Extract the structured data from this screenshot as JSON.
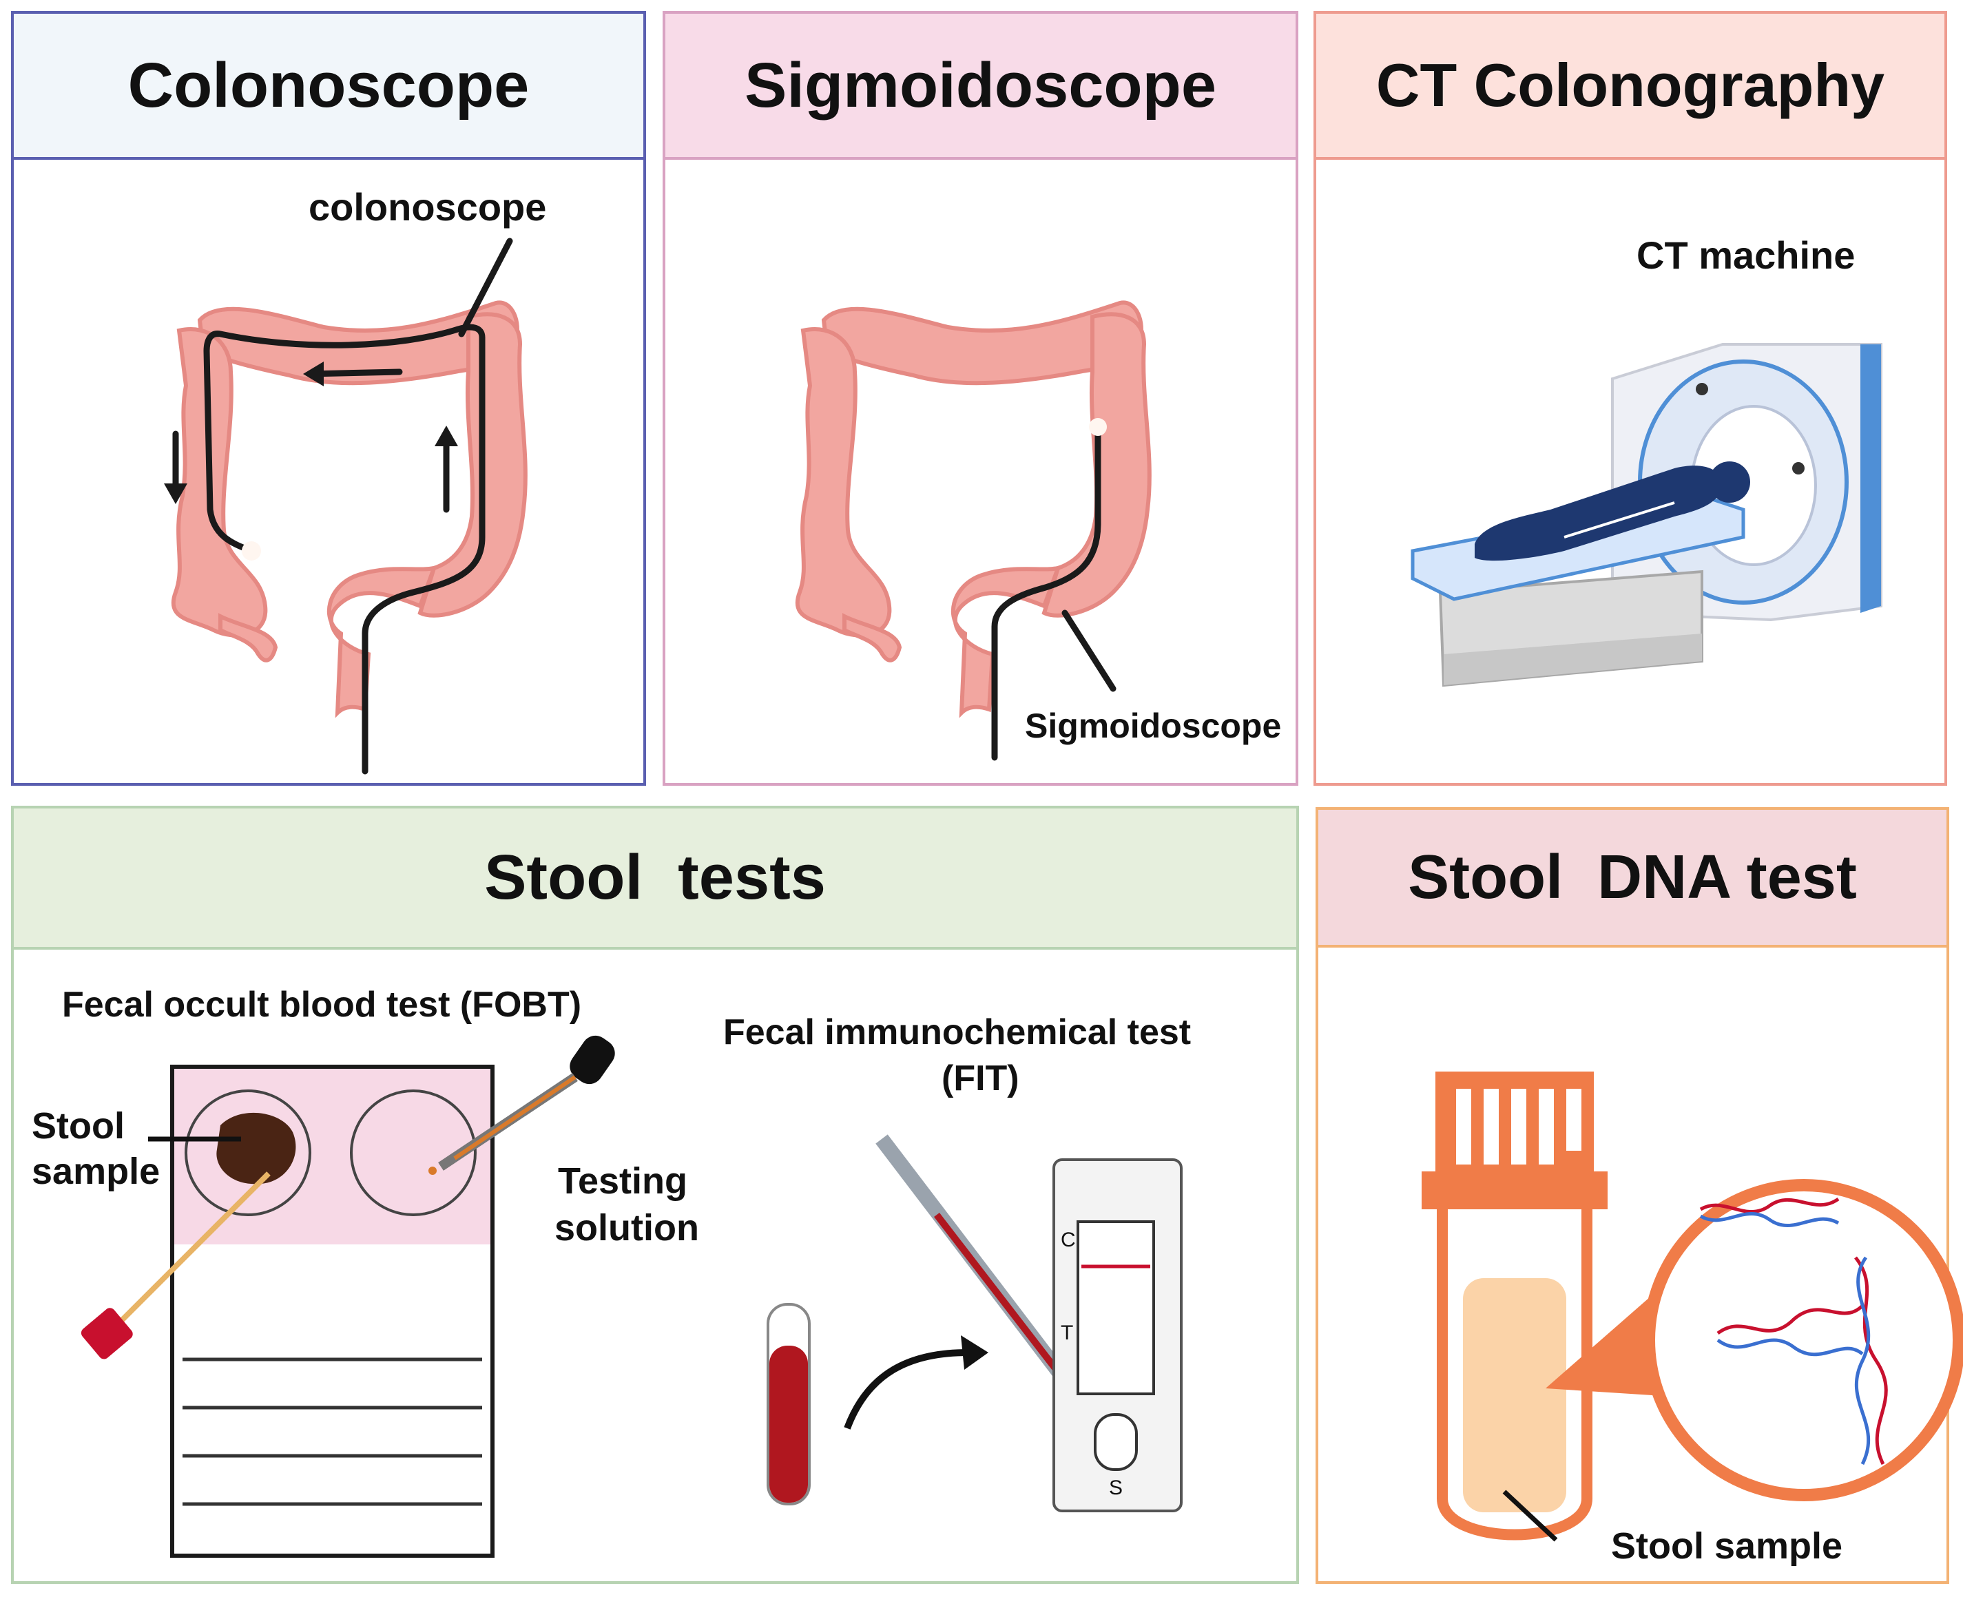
{
  "panels": {
    "colonoscope": {
      "title": "Colonoscope",
      "label": "colonoscope",
      "border": "#5a5fb0",
      "header_bg": "#f1f6fa"
    },
    "sigmoidoscope": {
      "title": "Sigmoidoscope",
      "label": "Sigmoidoscope",
      "border": "#d9a2c2",
      "header_bg": "#f8dbe8"
    },
    "ct": {
      "title": "CT Colonography",
      "label": "CT machine",
      "border": "#ee9b8f",
      "header_bg": "#fde1dc"
    },
    "stool_tests": {
      "title": "Stool  tests",
      "border": "#b7d3b2",
      "header_bg": "#e6efdd",
      "fobt_title": "Fecal occult blood test (FOBT)",
      "stool_sample_line1": "Stool",
      "stool_sample_line2": "sample",
      "testing_line1": "Testing",
      "testing_line2": "solution",
      "fit_line1": "Fecal immunochemical test",
      "fit_line2": "(FIT)",
      "cassette_c": "C",
      "cassette_t": "T",
      "cassette_s": "S"
    },
    "stool_dna": {
      "title": "Stool  DNA test",
      "label": "Stool sample",
      "border": "#f3b274",
      "header_bg": "#f4d8dc"
    }
  },
  "colors": {
    "colon": "#f2a6a0",
    "colon_dark": "#e58983",
    "scope": "#1a1a1a",
    "ct_body": "#eef0f6",
    "ct_blue": "#4f8fd6",
    "patient": "#1e3870",
    "blood": "#b0171f",
    "fobt_pink": "#f7d9e6",
    "dna_orange": "#f07c48",
    "dna_fill": "#fbd3a8"
  }
}
